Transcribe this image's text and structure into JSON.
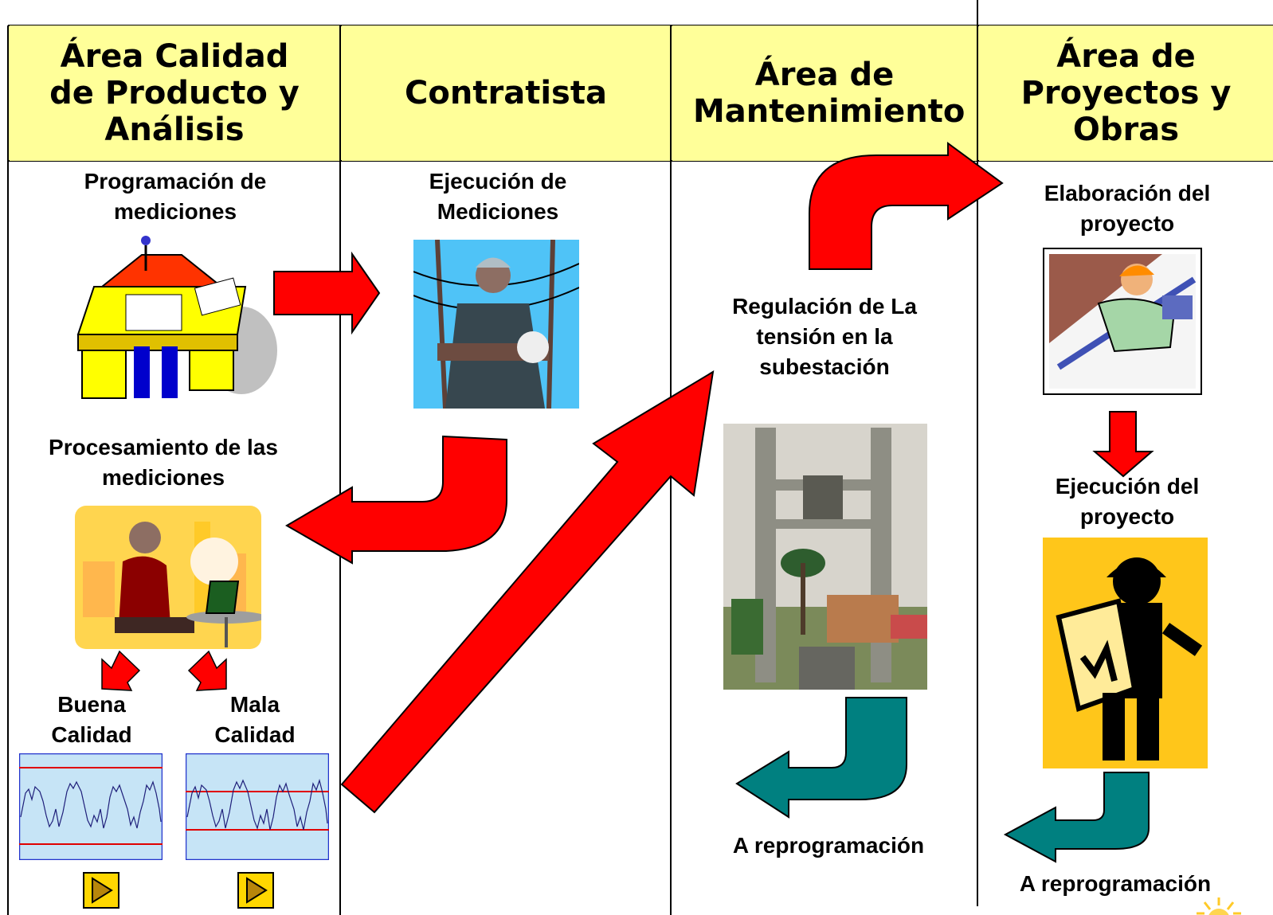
{
  "headers": {
    "col1": "Área Calidad de Producto y Análisis",
    "col2": "Contratista",
    "col3": "Área de Mantenimiento",
    "col4": "Área de Proyectos y Obras"
  },
  "steps": {
    "programacion": "Programación  de mediciones",
    "ejecucion_mediciones": "Ejecución de Mediciones",
    "procesamiento": "Procesamiento de las mediciones",
    "buena": "Buena Calidad",
    "mala": "Mala Calidad",
    "regulacion": "Regulación de La tensión en la subestación",
    "reprog_mant": "A reprogramación",
    "elaboracion": "Elaboración del proyecto",
    "ejecucion_proyecto": "Ejecución del proyecto",
    "reprog_proy": "A reprogramación"
  },
  "colors": {
    "header_bg": "#ffff99",
    "arrow_red": "#ff0000",
    "arrow_teal": "#008080",
    "chart_bg": "#c6e4f6",
    "chart_line": "#1f1f7a",
    "chart_limit": "#e00000",
    "play_bg": "#ffd700"
  }
}
